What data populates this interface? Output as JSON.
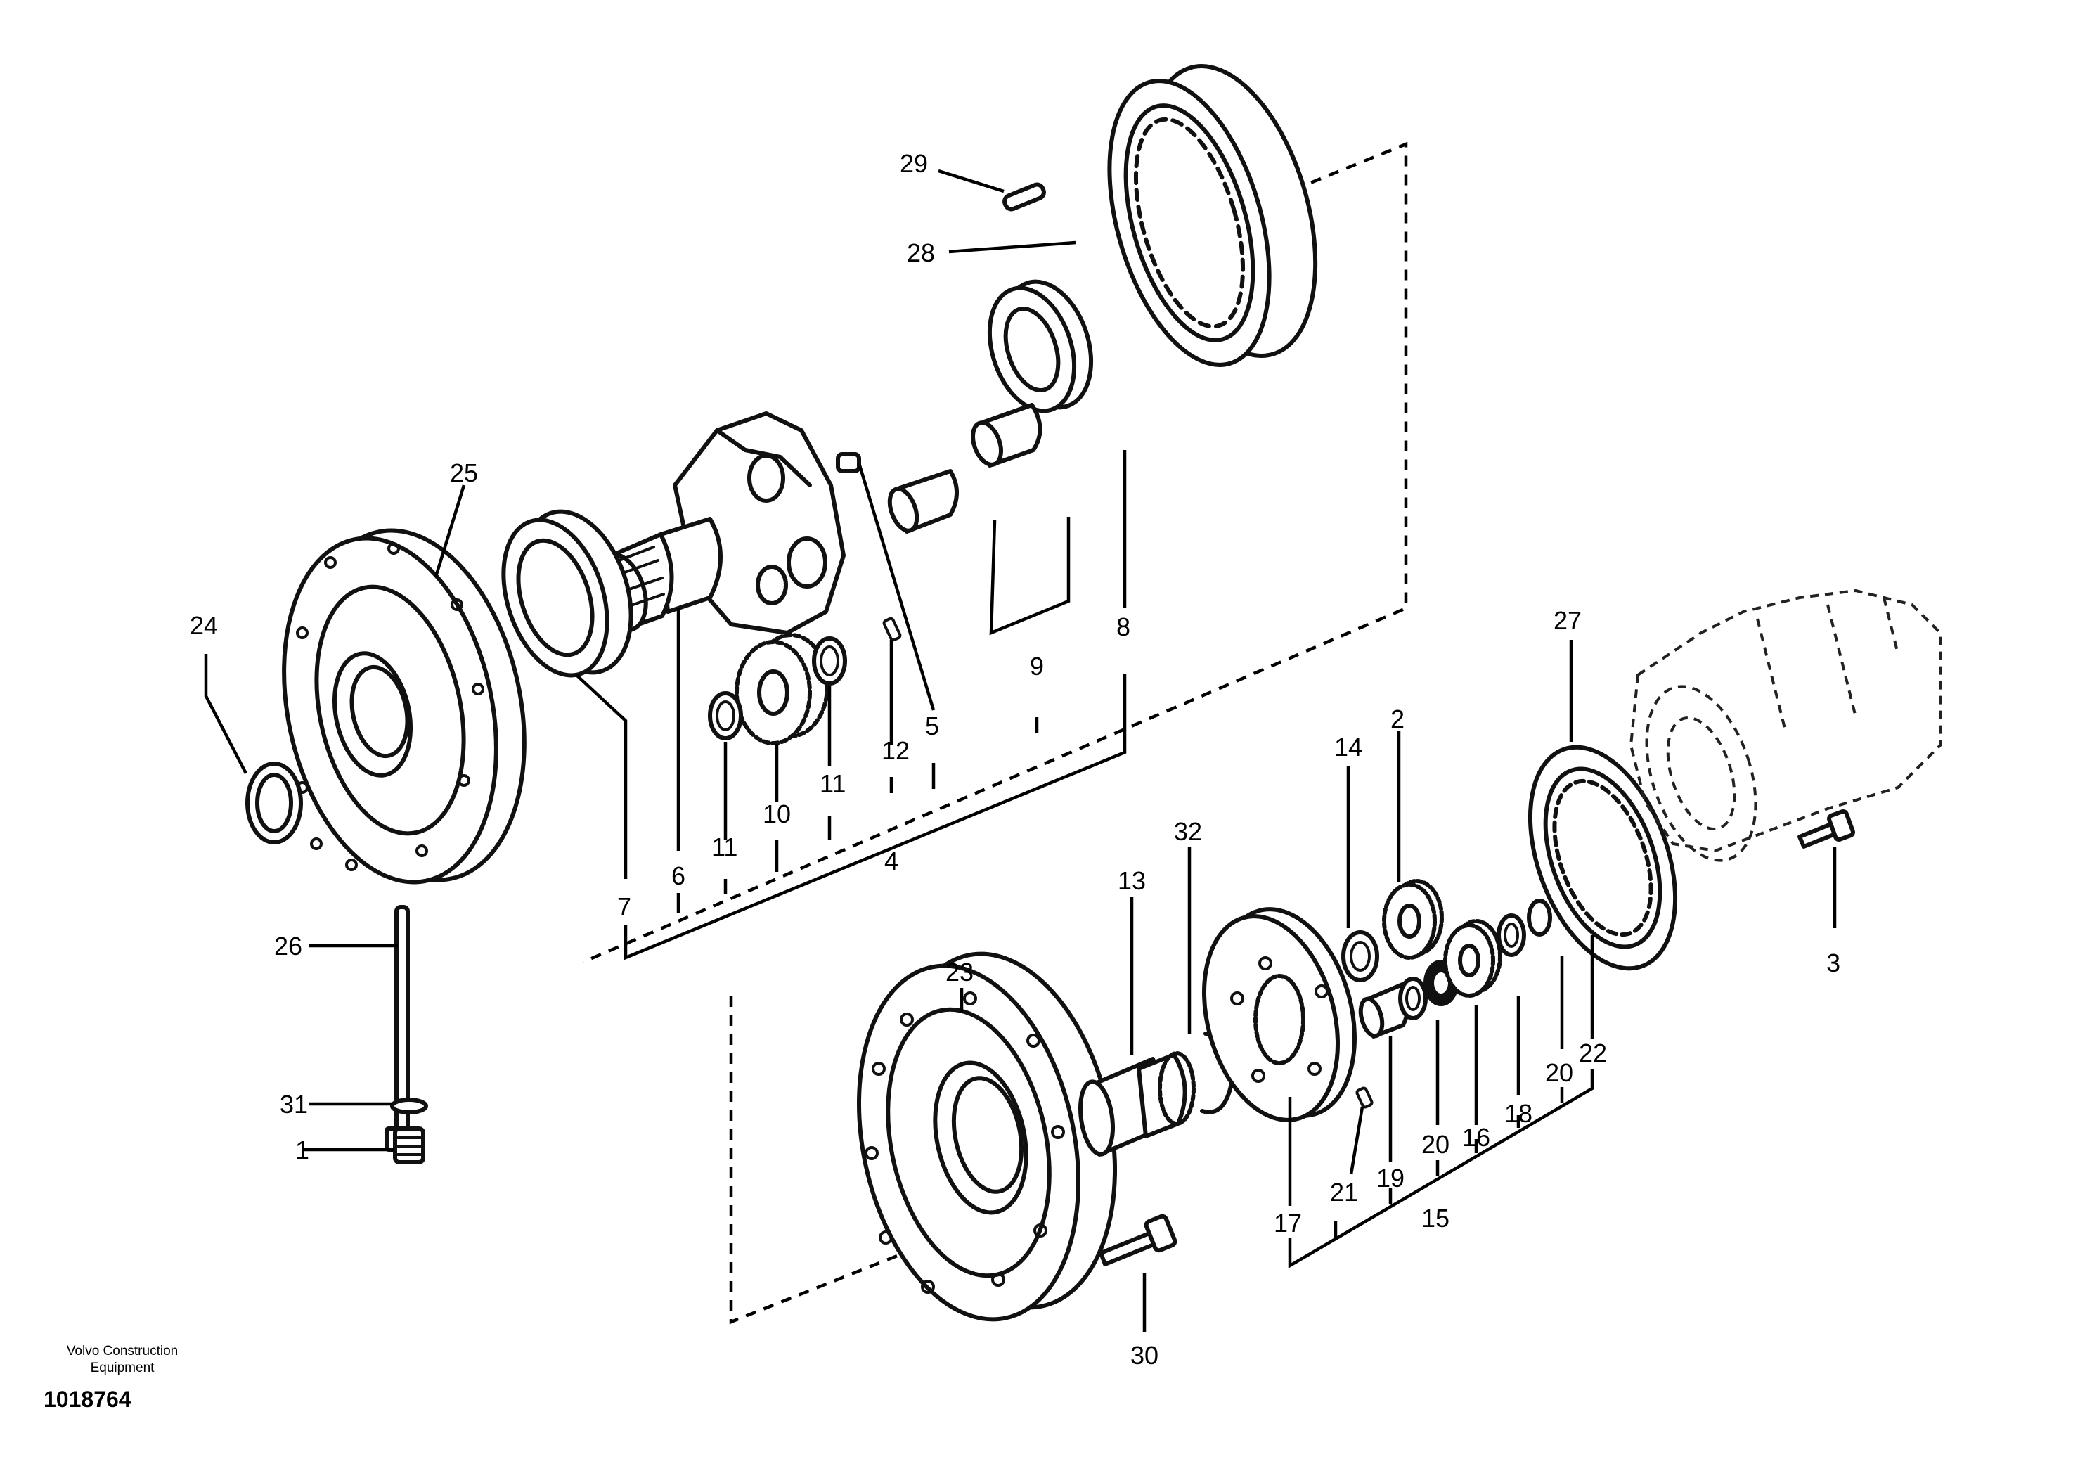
{
  "labels": {
    "p1": "1",
    "p2": "2",
    "p3": "3",
    "p4": "4",
    "p5": "5",
    "p6": "6",
    "p7": "7",
    "p8": "8",
    "p9": "9",
    "p10": "10",
    "p11a": "11",
    "p11b": "11",
    "p12": "12",
    "p13": "13",
    "p14": "14",
    "p15": "15",
    "p16": "16",
    "p17": "17",
    "p18": "18",
    "p19": "19",
    "p20a": "20",
    "p20b": "20",
    "p21": "21",
    "p22": "22",
    "p23": "23",
    "p24": "24",
    "p25": "25",
    "p26": "26",
    "p27": "27",
    "p28": "28",
    "p29": "29",
    "p30": "30",
    "p31": "31",
    "p32": "32"
  },
  "footer": {
    "company_line1": "Volvo Construction",
    "company_line2": "Equipment",
    "drawing_number": "1018764"
  }
}
